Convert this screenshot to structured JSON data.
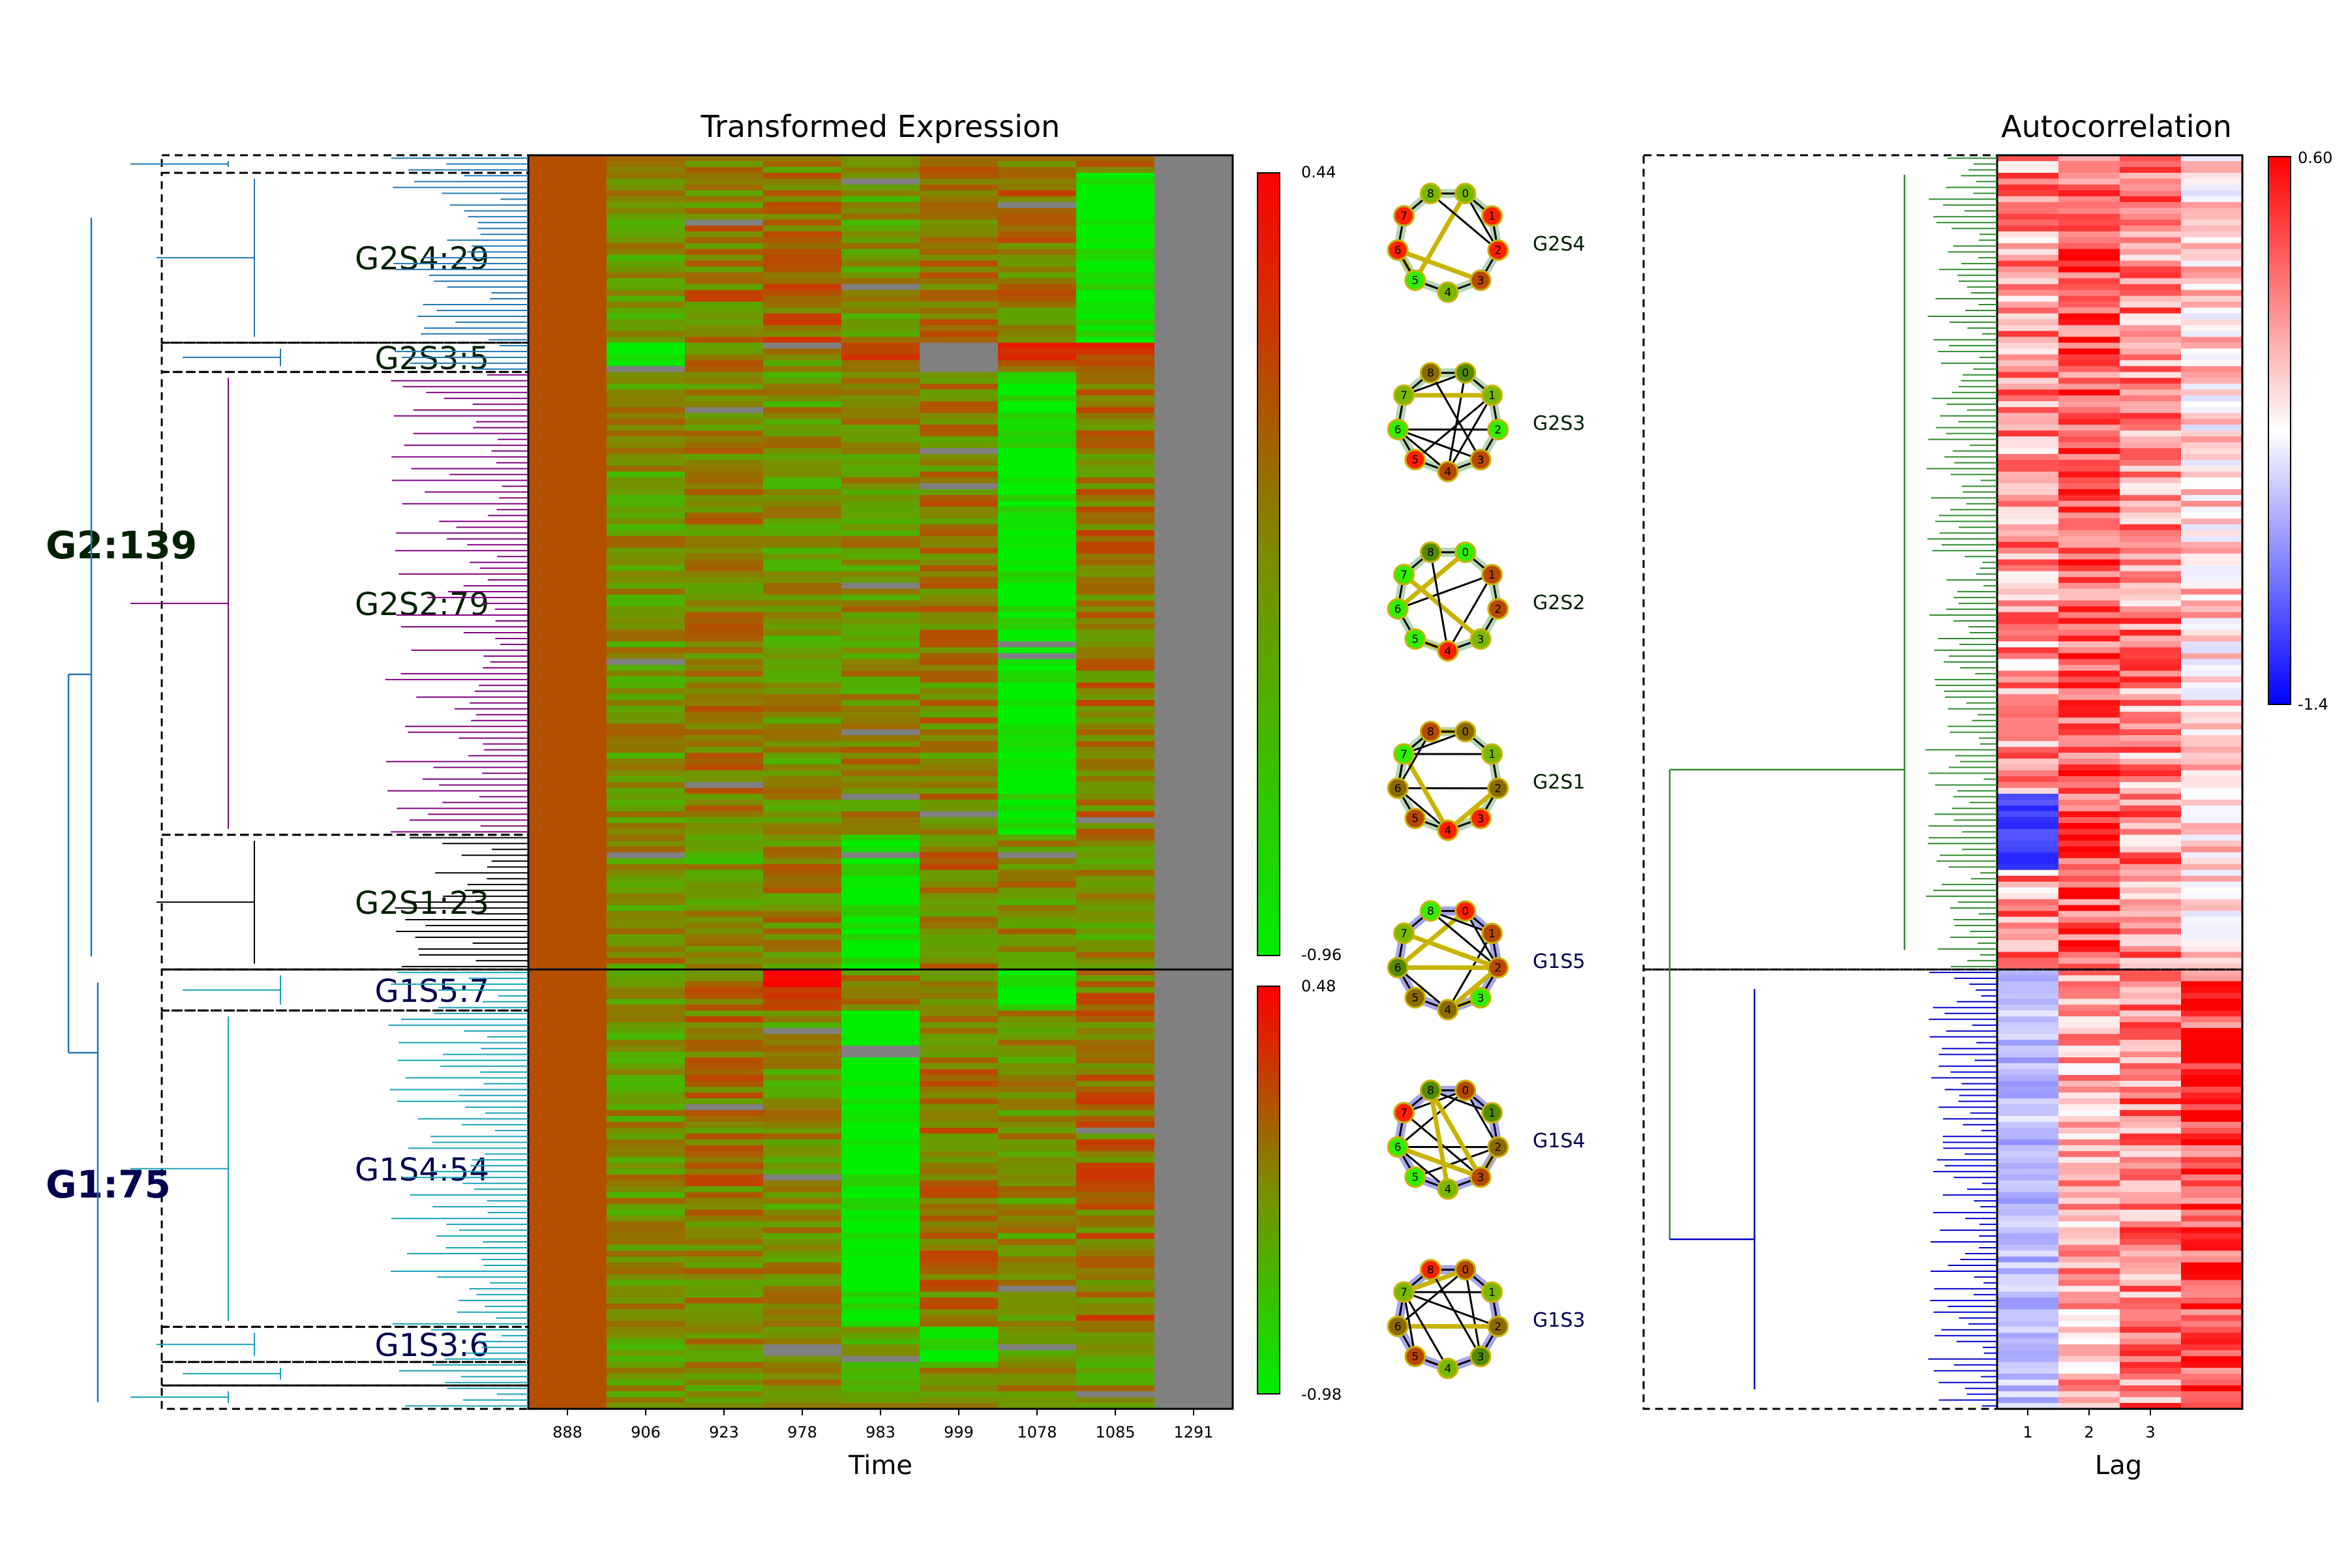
{
  "colors": {
    "expr_low": "#00ee00",
    "expr_mid": "#7a8e00",
    "expr_high": "#ff0000",
    "expr_nan": "#808080",
    "auto_low": "#0000ff",
    "auto_mid": "#ffffff",
    "auto_high": "#ff0000",
    "tree_g2": "#1f77b4",
    "tree_g1": "#17a2b8",
    "tree_auto_g2": "#2e8b2e",
    "tree_auto_g1": "#0000cc"
  },
  "chart_data": [
    {
      "type": "heatmap",
      "title": "Transformed Expression",
      "xlabel": "Time",
      "ylabel": "",
      "x": [
        "888",
        "906",
        "923",
        "978",
        "983",
        "999",
        "1078",
        "1085",
        "1291"
      ],
      "n_rows": 214,
      "colorbars": [
        {
          "max": "0.44",
          "min": "-0.96"
        },
        {
          "max": "0.48",
          "min": "-0.98"
        }
      ],
      "groups": [
        {
          "label": "G2:139",
          "rows": 139
        },
        {
          "label": "G1:75",
          "rows": 75
        }
      ],
      "subgroups": [
        {
          "label": "",
          "rows": 3,
          "group": "G2"
        },
        {
          "label": "G2S4:29",
          "rows": 29,
          "group": "G2"
        },
        {
          "label": "G2S3:5",
          "rows": 5,
          "group": "G2"
        },
        {
          "label": "G2S2:79",
          "rows": 79,
          "group": "G2"
        },
        {
          "label": "G2S1:23",
          "rows": 23,
          "group": "G2"
        },
        {
          "label": "G1S5:7",
          "rows": 7,
          "group": "G1"
        },
        {
          "label": "G1S4:54",
          "rows": 54,
          "group": "G1"
        },
        {
          "label": "G1S3:6",
          "rows": 6,
          "group": "G1"
        },
        {
          "label": "",
          "rows": 4,
          "group": "G1"
        },
        {
          "label": "",
          "rows": 4,
          "group": "G1"
        }
      ],
      "column_means": [
        [
          0.05,
          -0.15,
          -0.2,
          -0.25,
          -0.1,
          -0.2,
          -0.2,
          -0.2,
          null
        ],
        [
          0.05,
          -0.3,
          -0.15,
          -0.05,
          -0.35,
          -0.1,
          -0.15,
          -0.96,
          null
        ],
        [
          0.05,
          -0.96,
          -0.2,
          -0.2,
          -0.05,
          null,
          0.1,
          0.05,
          null
        ],
        [
          0.05,
          -0.3,
          -0.2,
          -0.3,
          -0.25,
          -0.2,
          -0.96,
          -0.15,
          null
        ],
        [
          0.05,
          -0.25,
          -0.35,
          -0.2,
          -0.96,
          -0.15,
          -0.25,
          -0.3,
          null
        ],
        [
          0.05,
          -0.3,
          -0.1,
          0.3,
          -0.2,
          -0.15,
          -0.96,
          -0.1,
          null
        ],
        [
          0.05,
          -0.3,
          -0.15,
          -0.3,
          -0.98,
          -0.15,
          -0.3,
          -0.1,
          null
        ],
        [
          0.05,
          -0.3,
          -0.2,
          -0.2,
          -0.3,
          -0.98,
          -0.3,
          -0.2,
          null
        ],
        [
          0.05,
          -0.3,
          -0.3,
          -0.2,
          -0.4,
          -0.3,
          -0.3,
          -0.3,
          null
        ],
        [
          0.05,
          -0.3,
          -0.3,
          -0.3,
          -0.4,
          -0.3,
          -0.3,
          -0.3,
          null
        ]
      ]
    },
    {
      "type": "network",
      "nodes": [
        "0",
        "1",
        "2",
        "3",
        "4",
        "5",
        "6",
        "7",
        "8"
      ],
      "graphs": [
        {
          "label": "G2S4",
          "group": "G2"
        },
        {
          "label": "G2S3",
          "group": "G2"
        },
        {
          "label": "G2S2",
          "group": "G2"
        },
        {
          "label": "G2S1",
          "group": "G2"
        },
        {
          "label": "G1S5",
          "group": "G1"
        },
        {
          "label": "G1S4",
          "group": "G1"
        },
        {
          "label": "G1S3",
          "group": "G1"
        }
      ]
    },
    {
      "type": "heatmap",
      "title": "Autocorrelation",
      "xlabel": "Lag",
      "ylabel": "",
      "x": [
        "1",
        "2",
        "3"
      ],
      "n_cols": 4,
      "colorbar": {
        "max": "0.60",
        "min": "-1.4"
      },
      "groups": [
        {
          "label": "G2",
          "rows": 139
        },
        {
          "label": "G1",
          "rows": 75
        }
      ]
    }
  ]
}
